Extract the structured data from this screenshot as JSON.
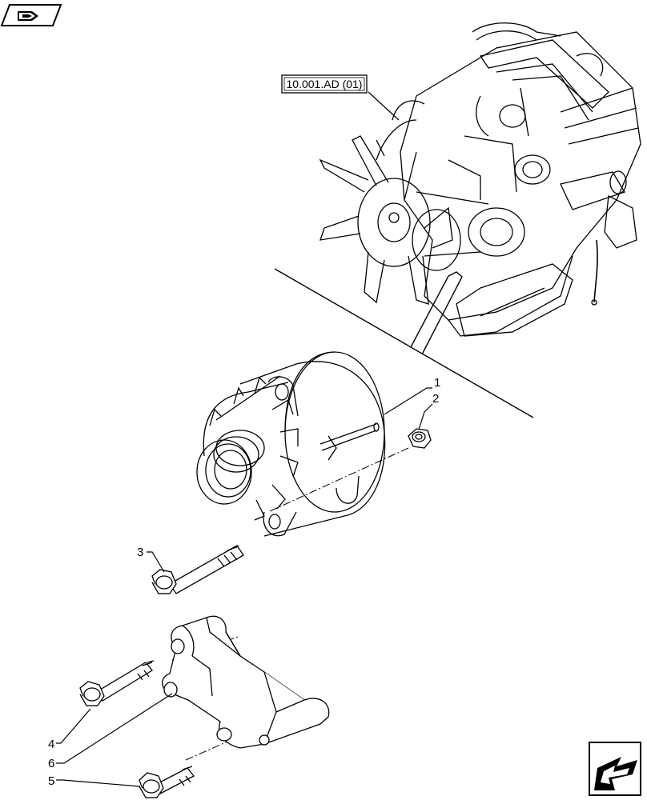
{
  "reference": {
    "label": "10.001.AD (01)"
  },
  "callouts": [
    {
      "id": "1",
      "label": "1"
    },
    {
      "id": "2",
      "label": "2"
    },
    {
      "id": "3",
      "label": "3"
    },
    {
      "id": "4",
      "label": "4"
    },
    {
      "id": "5",
      "label": "5"
    },
    {
      "id": "6",
      "label": "6"
    }
  ],
  "icons": {
    "top_left": "book-icon",
    "bottom_right": "next-page-arrow-icon"
  }
}
